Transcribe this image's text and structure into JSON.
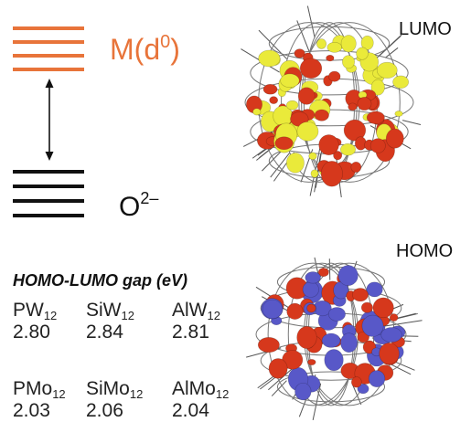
{
  "energy_diagram": {
    "metal_label": "M(d",
    "metal_superscript": "0",
    "metal_label_end": ")",
    "oxygen_label": "O",
    "oxygen_superscript": "2–",
    "metal_color": "#e8743a",
    "oxygen_color": "#111111"
  },
  "orbitals": {
    "lumo_label": "LUMO",
    "homo_label": "HOMO",
    "lumo_colors": [
      "#d6381c",
      "#eaea3a"
    ],
    "homo_colors": [
      "#d6381c",
      "#5858c8"
    ]
  },
  "gap_table": {
    "title": "HOMO-LUMO gap (eV)",
    "entries": [
      {
        "base": "PW",
        "sub": "12",
        "value": "2.80"
      },
      {
        "base": "SiW",
        "sub": "12",
        "value": "2.84"
      },
      {
        "base": "AlW",
        "sub": "12",
        "value": "2.81"
      },
      {
        "base": "PMo",
        "sub": "12",
        "value": "2.03"
      },
      {
        "base": "SiMo",
        "sub": "12",
        "value": "2.06"
      },
      {
        "base": "AlMo",
        "sub": "12",
        "value": "2.04"
      }
    ]
  }
}
